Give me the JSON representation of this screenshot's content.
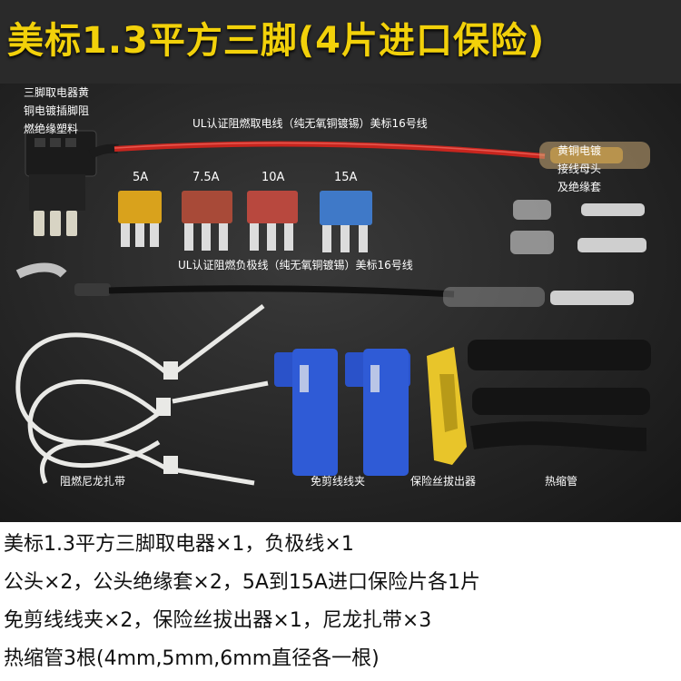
{
  "title": "美标1.3平方三脚(4片进口保险)",
  "labels": {
    "tap_holder": [
      "三脚取电器黄",
      "铜电镀插脚阻",
      "燃绝缘塑料"
    ],
    "red_wire": "UL认证阻燃取电线（纯无氧铜镀锡）美标16号线",
    "terminal": [
      "黄铜电镀",
      "接线母头",
      "及绝缘套"
    ],
    "black_wire": "UL认证阻燃负极线（纯无氧铜镀锡）美标16号线",
    "cable_ties": "阻燃尼龙扎带",
    "wire_clips": "免剪线线夹",
    "fuse_puller": "保险丝拔出器",
    "heat_shrink": "热缩管"
  },
  "fuses": [
    {
      "rating": "5A",
      "color": "#d9a21c"
    },
    {
      "rating": "7.5A",
      "color": "#a84a38"
    },
    {
      "rating": "10A",
      "color": "#b8483e"
    },
    {
      "rating": "15A",
      "color": "#3f79c8"
    }
  ],
  "description": [
    "美标1.3平方三脚取电器×1，负极线×1",
    "公头×2，公头绝缘套×2，5A到15A进口保险片各1片",
    "免剪线线夹×2，保险丝拔出器×1，尼龙扎带×3",
    "热缩管3根(4mm,5mm,6mm直径各一根)"
  ],
  "colors": {
    "title": "#f2d10a",
    "banner_bg": "#2a2a2a",
    "red_wire": "#c8251e",
    "clip_blue": "#2a52c9",
    "puller_yellow": "#e8c52a"
  }
}
